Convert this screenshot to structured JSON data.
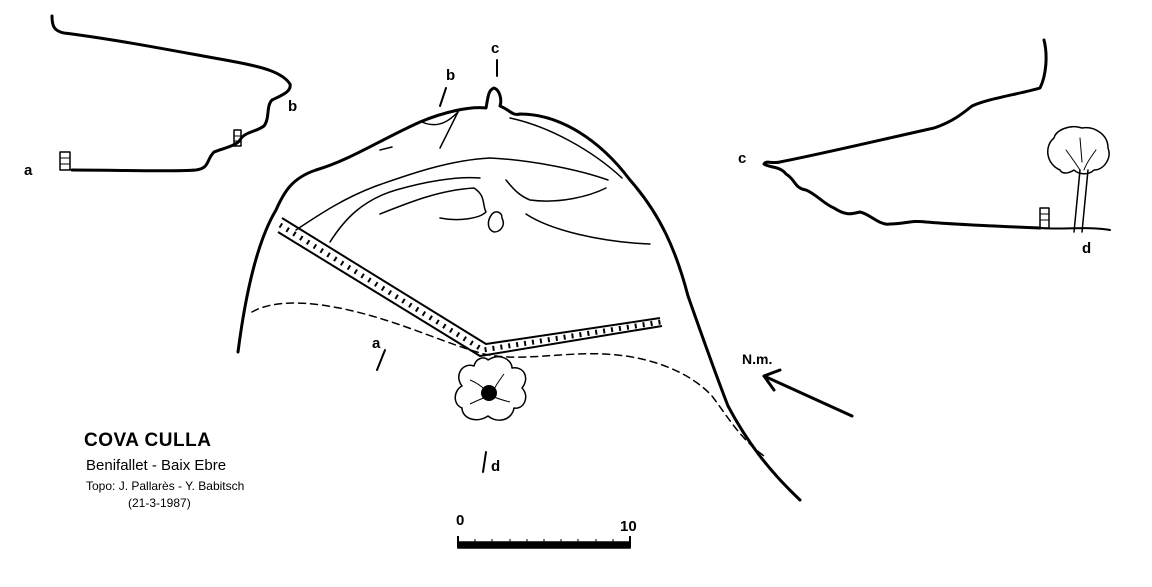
{
  "survey": {
    "title": "COVA CULLA",
    "location": "Benifallet - Baix Ebre",
    "credits": "Topo: J. Pallarès - Y. Babitsch",
    "date": "(21-3-1987)"
  },
  "section_labels": {
    "a_left": "a",
    "b_left": "b",
    "b_plan": "b",
    "c_plan": "c",
    "a_plan": "a",
    "d_plan": "d",
    "c_right": "c",
    "d_right": "d"
  },
  "north_arrow": {
    "label": "N.m."
  },
  "scale_bar": {
    "start_label": "0",
    "end_label": "10"
  }
}
